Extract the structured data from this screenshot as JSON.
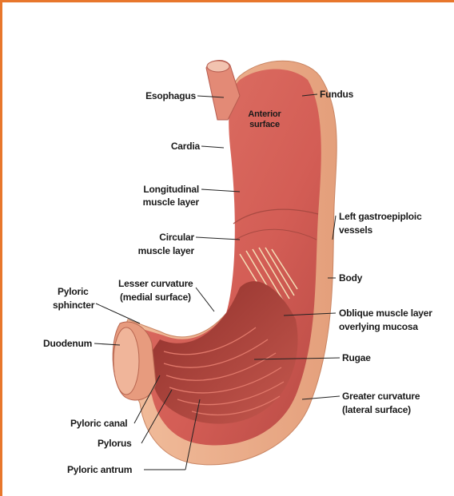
{
  "labels": {
    "esophagus": "Esophagus",
    "fundus": "Fundus",
    "anterior_surface": "Anterior surface",
    "cardia": "Cardia",
    "longitudinal_1": "Longitudinal",
    "longitudinal_2": "muscle layer",
    "left_gastro_1": "Left gastroepiploic",
    "left_gastro_2": "vessels",
    "circular_1": "Circular",
    "circular_2": "muscle layer",
    "body": "Body",
    "lesser_1": "Lesser curvature",
    "lesser_2": "(medial surface)",
    "pyloric_sph_1": "Pyloric",
    "pyloric_sph_2": "sphincter",
    "oblique_1": "Oblique muscle layer",
    "oblique_2": "overlying mucosa",
    "duodenum": "Duodenum",
    "rugae": "Rugae",
    "greater_1": "Greater curvature",
    "greater_2": "(lateral surface)",
    "pyloric_canal": "Pyloric canal",
    "pylorus": "Pylorus",
    "pyloric_antrum": "Pyloric antrum"
  },
  "colors": {
    "border": "#e8772c",
    "stomach_outer": "#e9a482",
    "stomach_wall": "#d9685e",
    "mucosa": "#b2463f",
    "leader": "#222222"
  }
}
